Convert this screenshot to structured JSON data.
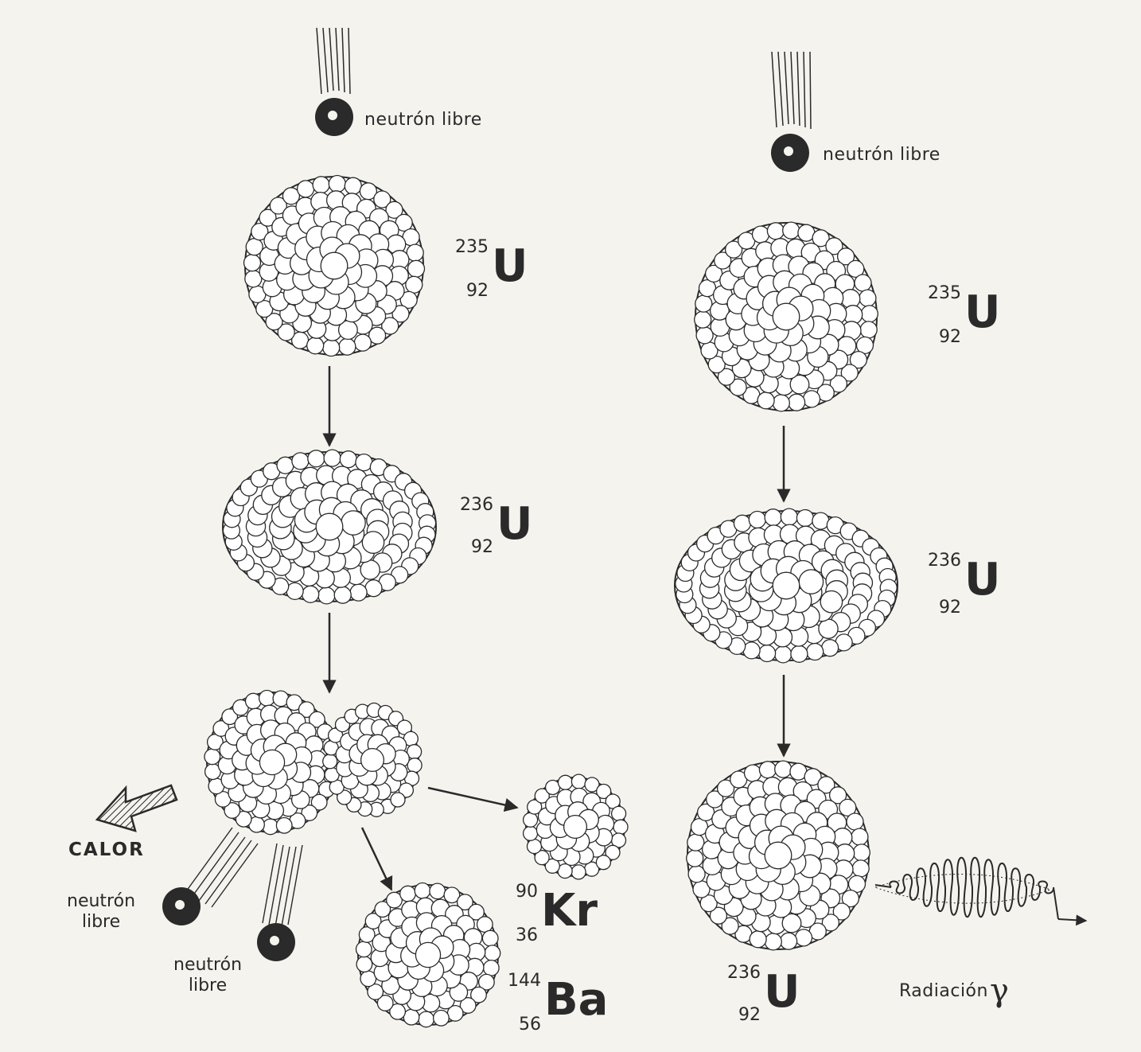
{
  "left_panel": {
    "incoming_neutron_label": "neutrón libre",
    "u235": {
      "mass": "235",
      "atomic": "92",
      "symbol": "U"
    },
    "u236": {
      "mass": "236",
      "atomic": "92",
      "symbol": "U"
    },
    "krypton": {
      "mass": "90",
      "atomic": "36",
      "symbol": "Kr"
    },
    "barium": {
      "mass": "144",
      "atomic": "56",
      "symbol": "Ba"
    },
    "heat_label": "CALOR",
    "released_neutron_1_label": [
      "neutrón",
      "libre"
    ],
    "released_neutron_2_label": [
      "neutrón",
      "libre"
    ]
  },
  "right_panel": {
    "incoming_neutron_label": "neutrón libre",
    "u235": {
      "mass": "235",
      "atomic": "92",
      "symbol": "U"
    },
    "u236_excited": {
      "mass": "236",
      "atomic": "92",
      "symbol": "U"
    },
    "u236_final": {
      "mass": "236",
      "atomic": "92",
      "symbol": "U"
    },
    "gamma_label": "Radiación",
    "gamma_symbol": "γ"
  },
  "colors": {
    "ink": "#2a2a2a",
    "paper": "#f4f3ee"
  }
}
